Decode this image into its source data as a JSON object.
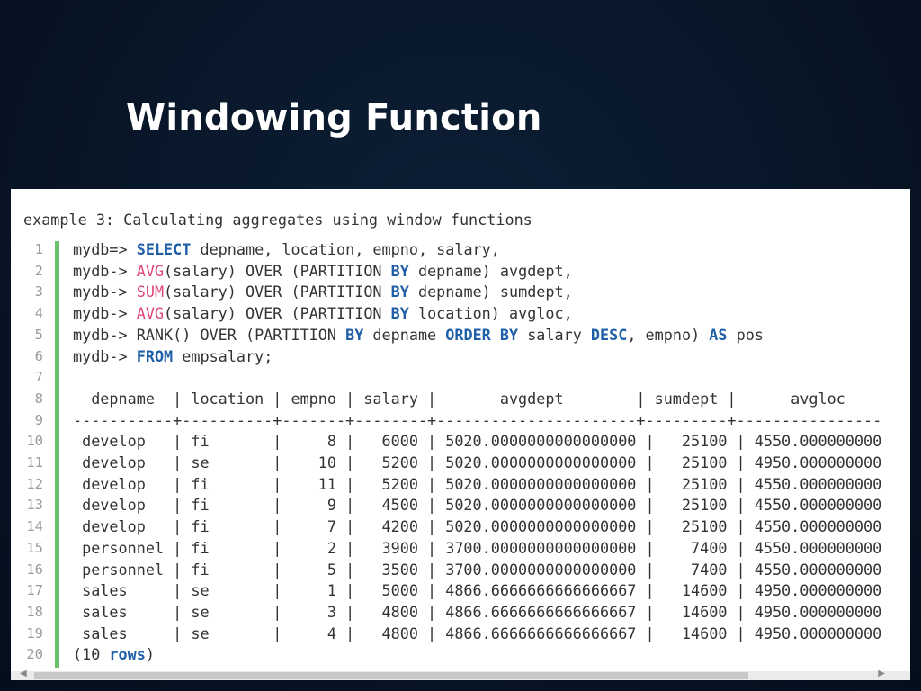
{
  "title": "Windowing Function",
  "caption": "example 3: Calculating aggregates using window functions",
  "line_numbers": [
    "1",
    "2",
    "3",
    "4",
    "5",
    "6",
    "7",
    "8",
    "9",
    "10",
    "11",
    "12",
    "13",
    "14",
    "15",
    "16",
    "17",
    "18",
    "19",
    "20"
  ],
  "code_lines": [
    [
      {
        "t": "mydb=> ",
        "c": "plain"
      },
      {
        "t": "SELECT",
        "c": "kw"
      },
      {
        "t": " depname, location, empno, salary,",
        "c": "plain"
      }
    ],
    [
      {
        "t": "mydb-> ",
        "c": "plain"
      },
      {
        "t": "AVG",
        "c": "fn"
      },
      {
        "t": "(salary) OVER (PARTITION ",
        "c": "plain"
      },
      {
        "t": "BY",
        "c": "kw"
      },
      {
        "t": " depname) avgdept,",
        "c": "plain"
      }
    ],
    [
      {
        "t": "mydb-> ",
        "c": "plain"
      },
      {
        "t": "SUM",
        "c": "fn"
      },
      {
        "t": "(salary) OVER (PARTITION ",
        "c": "plain"
      },
      {
        "t": "BY",
        "c": "kw"
      },
      {
        "t": " depname) sumdept,",
        "c": "plain"
      }
    ],
    [
      {
        "t": "mydb-> ",
        "c": "plain"
      },
      {
        "t": "AVG",
        "c": "fn"
      },
      {
        "t": "(salary) OVER (PARTITION ",
        "c": "plain"
      },
      {
        "t": "BY",
        "c": "kw"
      },
      {
        "t": " location) avgloc,",
        "c": "plain"
      }
    ],
    [
      {
        "t": "mydb-> RANK() OVER (PARTITION ",
        "c": "plain"
      },
      {
        "t": "BY",
        "c": "kw"
      },
      {
        "t": " depname ",
        "c": "plain"
      },
      {
        "t": "ORDER BY",
        "c": "kw"
      },
      {
        "t": " salary ",
        "c": "plain"
      },
      {
        "t": "DESC",
        "c": "kw"
      },
      {
        "t": ", empno) ",
        "c": "plain"
      },
      {
        "t": "AS",
        "c": "kw"
      },
      {
        "t": " pos",
        "c": "plain"
      }
    ],
    [
      {
        "t": "mydb-> ",
        "c": "plain"
      },
      {
        "t": "FROM",
        "c": "kw"
      },
      {
        "t": " empsalary;",
        "c": "plain"
      }
    ],
    [
      {
        "t": "",
        "c": "plain"
      }
    ],
    [
      {
        "t": "  depname  | location | empno | salary |       avgdept        | sumdept |      avgloc",
        "c": "plain"
      }
    ],
    [
      {
        "t": "-----------+----------+-------+--------+----------------------+---------+----------------",
        "c": "plain"
      }
    ],
    [
      {
        "t": " develop   | fi       |     8 |   6000 | 5020.0000000000000000 |   25100 | 4550.000000000",
        "c": "plain"
      }
    ],
    [
      {
        "t": " develop   | se       |    10 |   5200 | 5020.0000000000000000 |   25100 | 4950.000000000",
        "c": "plain"
      }
    ],
    [
      {
        "t": " develop   | fi       |    11 |   5200 | 5020.0000000000000000 |   25100 | 4550.000000000",
        "c": "plain"
      }
    ],
    [
      {
        "t": " develop   | fi       |     9 |   4500 | 5020.0000000000000000 |   25100 | 4550.000000000",
        "c": "plain"
      }
    ],
    [
      {
        "t": " develop   | fi       |     7 |   4200 | 5020.0000000000000000 |   25100 | 4550.000000000",
        "c": "plain"
      }
    ],
    [
      {
        "t": " personnel | fi       |     2 |   3900 | 3700.0000000000000000 |    7400 | 4550.000000000",
        "c": "plain"
      }
    ],
    [
      {
        "t": " personnel | fi       |     5 |   3500 | 3700.0000000000000000 |    7400 | 4550.000000000",
        "c": "plain"
      }
    ],
    [
      {
        "t": " sales     | se       |     1 |   5000 | 4866.6666666666666667 |   14600 | 4950.000000000",
        "c": "plain"
      }
    ],
    [
      {
        "t": " sales     | se       |     3 |   4800 | 4866.6666666666666667 |   14600 | 4950.000000000",
        "c": "plain"
      }
    ],
    [
      {
        "t": " sales     | se       |     4 |   4800 | 4866.6666666666666667 |   14600 | 4950.000000000",
        "c": "plain"
      }
    ],
    [
      {
        "t": "(10 ",
        "c": "plain"
      },
      {
        "t": "rows",
        "c": "kw"
      },
      {
        "t": ")",
        "c": "plain"
      }
    ]
  ],
  "scroll_left_glyph": "◀",
  "scroll_right_glyph": "▶"
}
